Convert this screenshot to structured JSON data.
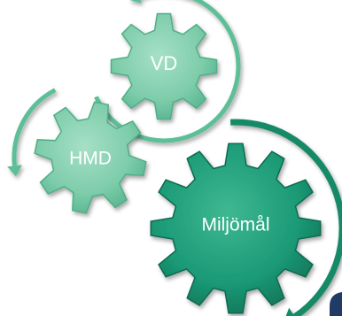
{
  "gears": {
    "vd": {
      "label": "VD"
    },
    "hmd": {
      "label": "HMD"
    },
    "miljomal": {
      "label": "Miljömål"
    }
  },
  "colors": {
    "gear_light": "#7dccaa",
    "gear_light_edge": "#4fae88",
    "gear_dark": "#1b9a76",
    "gear_dark_edge": "#0d6b51",
    "arrow_light": "#5cbf98",
    "arrow_dark": "#138a66",
    "corner_accent": "#1f3b66"
  }
}
